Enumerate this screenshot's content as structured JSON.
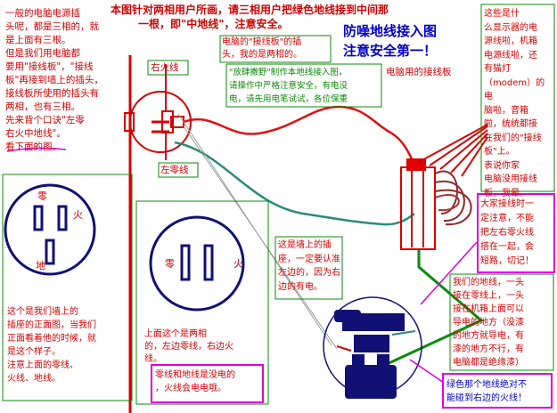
{
  "title": {
    "line1": "本图针对两相用户所画，请三相用户把绿色地线接到中间那",
    "line2": "一根，即\"中地线\"，注意安全。"
  },
  "headline": {
    "line1": "防噪地线接入图",
    "line2": "注意安全第一！"
  },
  "left_note": "一般的电脑电源插\n头呢，都是三相的，就\n是上面有三根。\n  但是我们用电脑都\n要用\"接线板\"，\"接线\n板\"再接到墙上的插头，\n接线板所使用的插头有\n两相，也有三相。\n  先来背个口诀\"左零\n右火中地线\"。\n  看下面的图。",
  "plug_note": "电脑的\"接线板\"的插\n头，我的是两相的。",
  "credit_note": "\"放肆撒野\"制作本地线接入图，\n请操作中严格注意安全，有电没\n电，请先用电笔试试，各位保重",
  "labels": {
    "live": "右火线",
    "neutral": "左零线",
    "strip": "电脑用的接线板"
  },
  "socket3": {
    "zero": "零",
    "fire": "火",
    "earth": "地",
    "note": "这个是我们墙上的\n插座的正面图，当我们\n正面看着他的时候，就\n是这个样子。\n  注意上面的零线、\n火线、地线。"
  },
  "socket2": {
    "zero": "零",
    "fire": "火",
    "note": "上面这个是两相\n的，左边零线，右边火\n线。",
    "warn": "零线和地线是没电的\n，火线会电电哦。"
  },
  "wall_note": "这是墙上的插\n座，一定要认准\n左边的，因为右\n边的有电。",
  "right_note": "这些是什\n么显示器的电\n源线啦，机箱\n电源线啦，还\n有猫灯\n（modem）的电\n脑啦，音箱\n啦，统统都接\n在我们的\"接线\n板\"上。\n  表说你家\n电脑没用接线\n板，我晕。",
  "warn_right": "大家接线时一\n定注意，不能\n把左右零火线\n搭在一起，会\n短路，切记！",
  "ground_note": "我们的地线，一头\n接在零线上，一头\n接在机箱上面可以\n导电的地方（没漆\n的地方就导电，有\n漆的地方不行，有\n电脑都是绝缘漆）",
  "bottom_warn": "绿色那个地线绝对不\n能碰到右边的火线！",
  "colors": {
    "red": "#d40000",
    "blue": "#0000c8",
    "green": "#0a8a0a",
    "teal": "#2a8a7a",
    "magenta": "#e000e0",
    "navy": "#101075"
  }
}
